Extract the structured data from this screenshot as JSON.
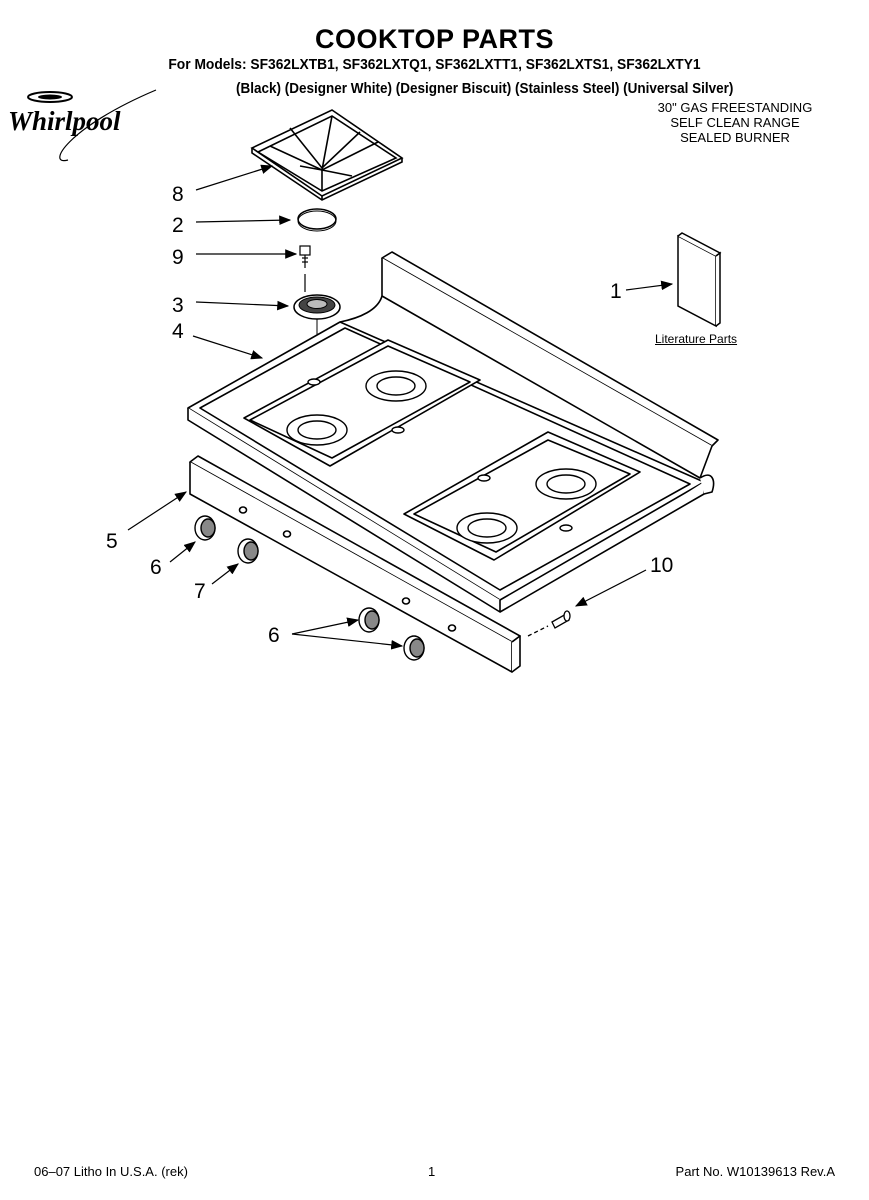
{
  "header": {
    "title": "COOKTOP PARTS",
    "models": "For Models: SF362LXTB1, SF362LXTQ1, SF362LXTT1, SF362LXTS1, SF362LXTY1",
    "colors": "(Black) (Designer White) (Designer Biscuit) (Stainless Steel) (Universal Silver)",
    "brand": "Whirlpool",
    "spec_lines": [
      "30\" GAS FREESTANDING",
      "SELF CLEAN RANGE",
      "SEALED BURNER"
    ]
  },
  "callouts": {
    "c8": "8",
    "c2": "2",
    "c9": "9",
    "c3": "3",
    "c4": "4",
    "c1": "1",
    "c5": "5",
    "c6a": "6",
    "c7": "7",
    "c6b": "6",
    "c10": "10"
  },
  "literature_label": "Literature Parts",
  "footer": {
    "left": "06–07 Litho In U.S.A. (rek)",
    "page": "1",
    "part": "Part No. W10139613 Rev.A"
  }
}
